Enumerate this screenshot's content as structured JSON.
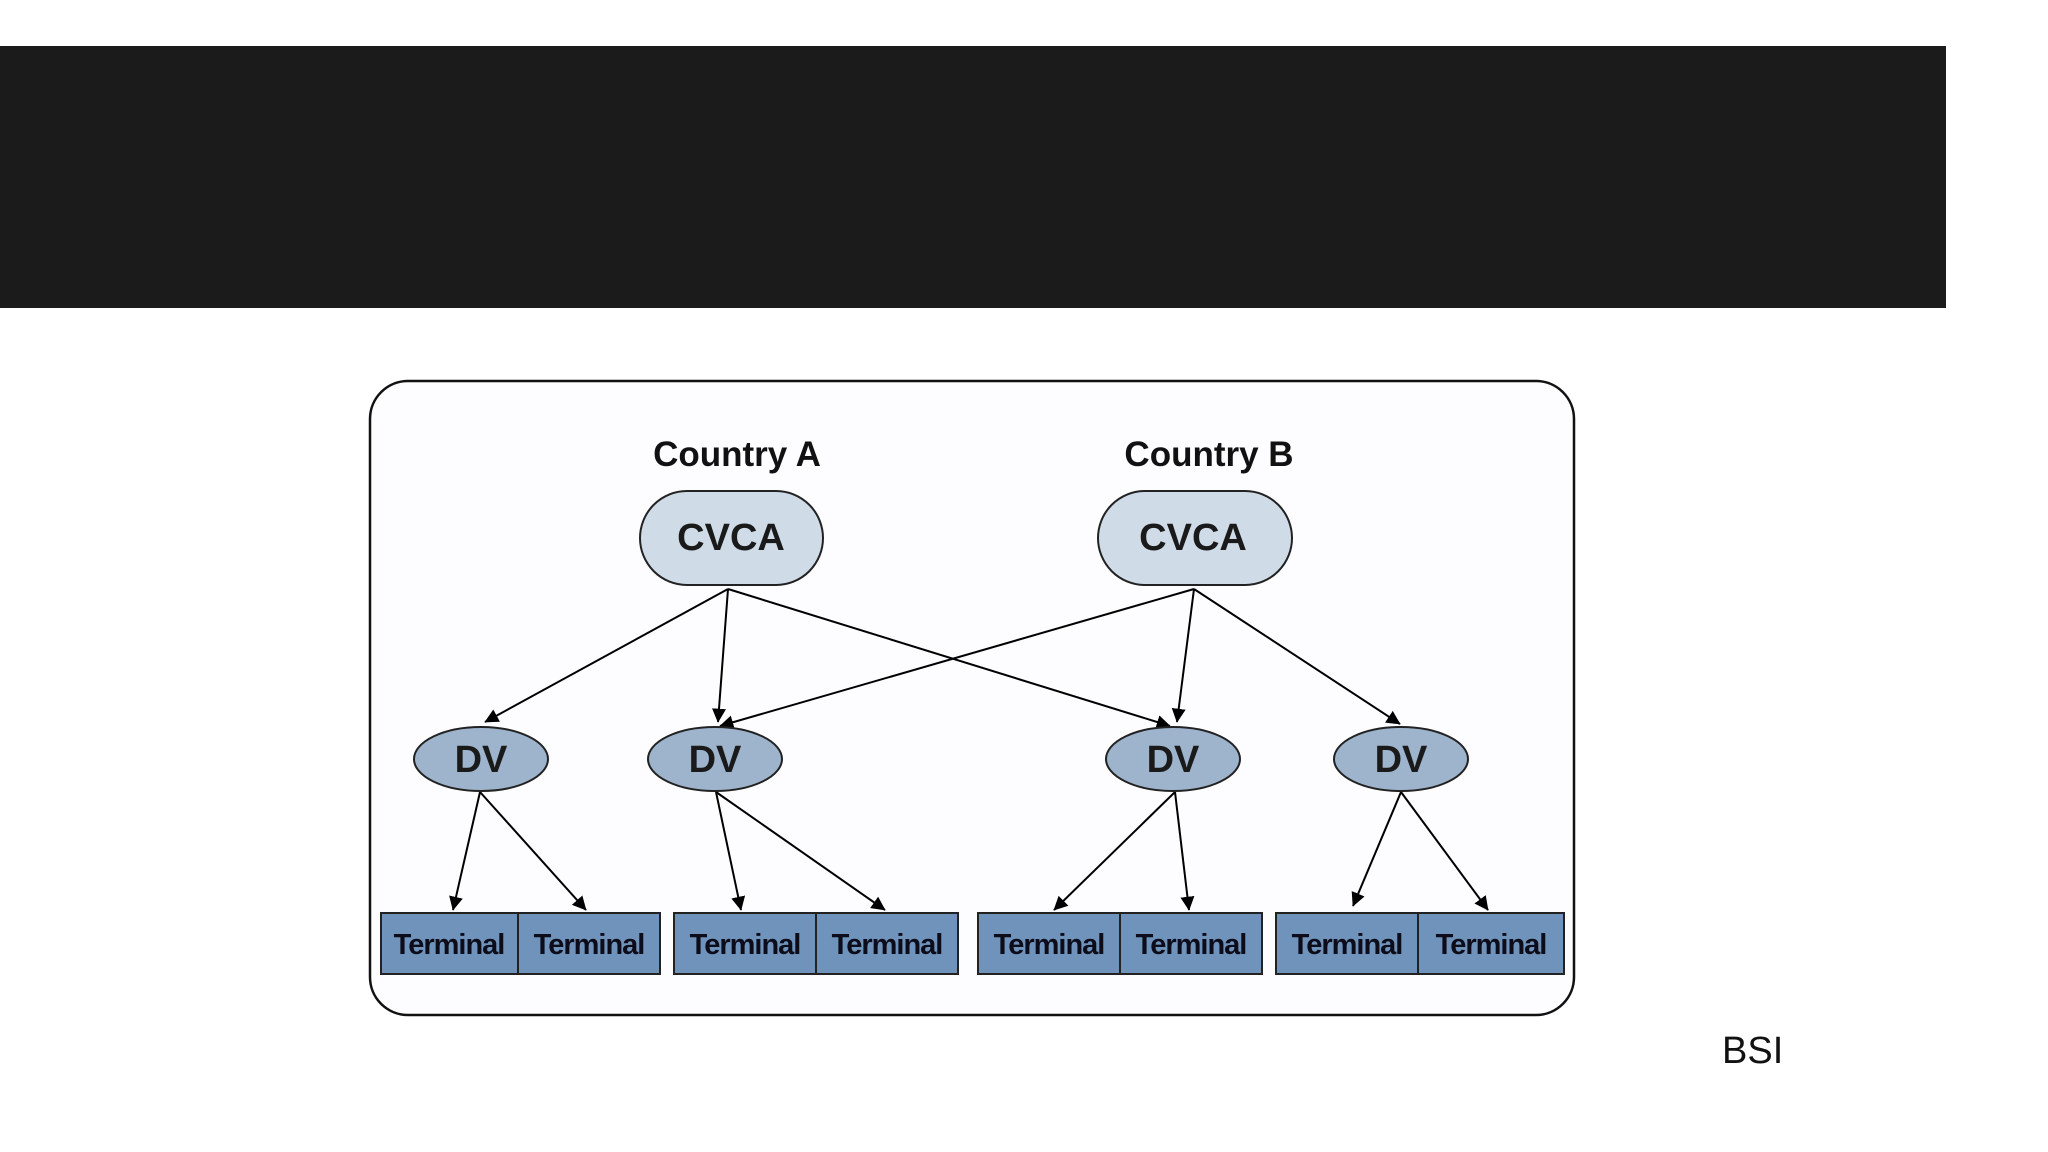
{
  "slide": {
    "title_bar_color": "#1b1b1b",
    "source": "BSI"
  },
  "diagram": {
    "countries": [
      {
        "label": "Country A",
        "cvca": "CVCA"
      },
      {
        "label": "Country B",
        "cvca": "CVCA"
      }
    ],
    "dvs": [
      "DV",
      "DV",
      "DV",
      "DV"
    ],
    "terminals": [
      "Terminal",
      "Terminal",
      "Terminal",
      "Terminal",
      "Terminal",
      "Terminal",
      "Terminal",
      "Terminal"
    ],
    "edges": [
      {
        "from": "cvca-a",
        "to": "dv-1"
      },
      {
        "from": "cvca-a",
        "to": "dv-2"
      },
      {
        "from": "cvca-a",
        "to": "dv-3"
      },
      {
        "from": "cvca-b",
        "to": "dv-2"
      },
      {
        "from": "cvca-b",
        "to": "dv-3"
      },
      {
        "from": "cvca-b",
        "to": "dv-4"
      },
      {
        "from": "dv-1",
        "to": "terminal-1"
      },
      {
        "from": "dv-1",
        "to": "terminal-2"
      },
      {
        "from": "dv-2",
        "to": "terminal-3"
      },
      {
        "from": "dv-2",
        "to": "terminal-4"
      },
      {
        "from": "dv-3",
        "to": "terminal-5"
      },
      {
        "from": "dv-3",
        "to": "terminal-6"
      },
      {
        "from": "dv-4",
        "to": "terminal-7"
      },
      {
        "from": "dv-4",
        "to": "terminal-8"
      }
    ],
    "colors": {
      "cvca_fill": "#cfdce8",
      "dv_fill": "#9db4cc",
      "terminal_fill": "#6f93ba",
      "stroke": "#222222"
    }
  }
}
